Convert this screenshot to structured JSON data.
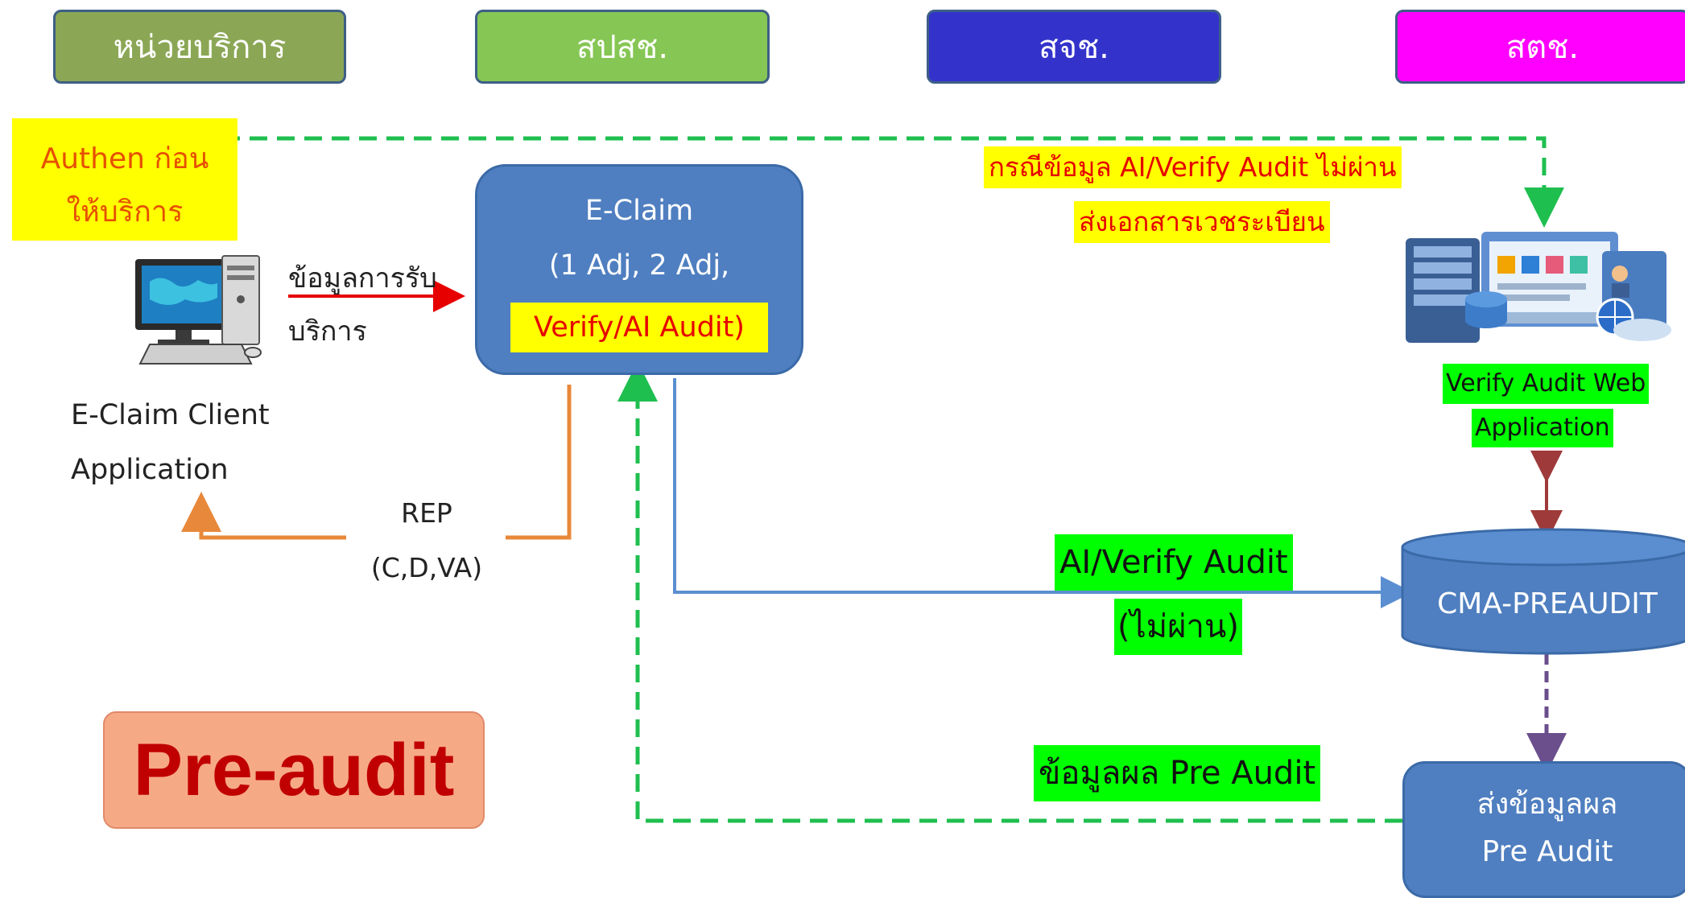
{
  "columns": {
    "provider": "หน่วยบริการ",
    "regional": "สปสช.",
    "office_a": "สจช.",
    "office_b": "สตช."
  },
  "authen": {
    "line1": "Authen ก่อน",
    "line2": "ให้บริการ"
  },
  "client_app": {
    "line1": "E-Claim Client",
    "line2": "Application"
  },
  "service_data": {
    "line1": "ข้อมูลการรับ",
    "line2": "บริการ"
  },
  "eclaim": {
    "line1": "E-Claim",
    "line2": "(1 Adj, 2 Adj,",
    "line3": "Verify/AI Audit)"
  },
  "fail_case": {
    "line1": "กรณีข้อมูล AI/Verify Audit ไม่ผ่าน",
    "line2": "ส่งเอกสารเวชระเบียน"
  },
  "verify_app": {
    "line1": "Verify Audit Web",
    "line2": "Application"
  },
  "rep": {
    "line1": "REP",
    "line2": "(C,D,VA)"
  },
  "ai_verify": {
    "line1": "AI/Verify Audit",
    "line2": "(ไม่ผ่าน)"
  },
  "database": {
    "label": "CMA-PREAUDIT"
  },
  "preaudit_result": {
    "label": "ข้อมูลผล Pre Audit"
  },
  "send_result": {
    "line1": "ส่งข้อมูลผล",
    "line2": "Pre Audit"
  },
  "title": "Pre-audit",
  "colors": {
    "provider": "#8ba755",
    "regional": "#86c654",
    "office_a": "#3333cc",
    "office_b": "#ff00ff",
    "box": "#4f7fc0",
    "dashed": "#1fbf4f",
    "red_text": "#e60000",
    "orange": "#e8883a"
  }
}
